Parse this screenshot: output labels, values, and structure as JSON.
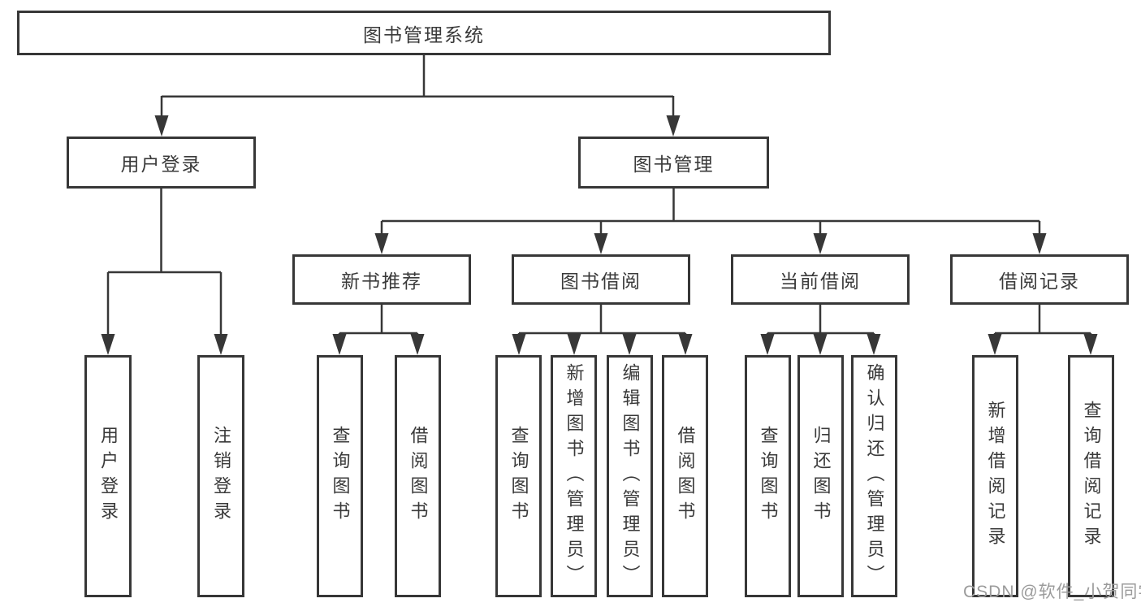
{
  "diagram_title": "图书管理系统",
  "tree": {
    "root": {
      "label": "图书管理系统"
    },
    "branches": [
      {
        "label": "用户登录",
        "leaves": [
          {
            "label": "用户登录"
          },
          {
            "label": "注销登录"
          }
        ]
      },
      {
        "label": "图书管理",
        "groups": [
          {
            "label": "新书推荐",
            "leaves": [
              {
                "label": "查询图书"
              },
              {
                "label": "借阅图书"
              }
            ]
          },
          {
            "label": "图书借阅",
            "leaves": [
              {
                "label": "查询图书"
              },
              {
                "label": "新增图书（管理员）"
              },
              {
                "label": "编辑图书（管理员）"
              },
              {
                "label": "借阅图书"
              }
            ]
          },
          {
            "label": "当前借阅",
            "leaves": [
              {
                "label": "查询图书"
              },
              {
                "label": "归还图书"
              },
              {
                "label": "确认归还（管理员）"
              }
            ]
          },
          {
            "label": "借阅记录",
            "leaves": [
              {
                "label": "新增借阅记录"
              },
              {
                "label": "查询借阅记录"
              }
            ]
          }
        ]
      }
    ]
  },
  "watermark": {
    "text": "CSDN @软件_小贺同学"
  },
  "colors": {
    "line": "#373737",
    "box_fill": "#ffffff",
    "text": "#3a3a3a",
    "watermark": "#9b9b9b"
  }
}
